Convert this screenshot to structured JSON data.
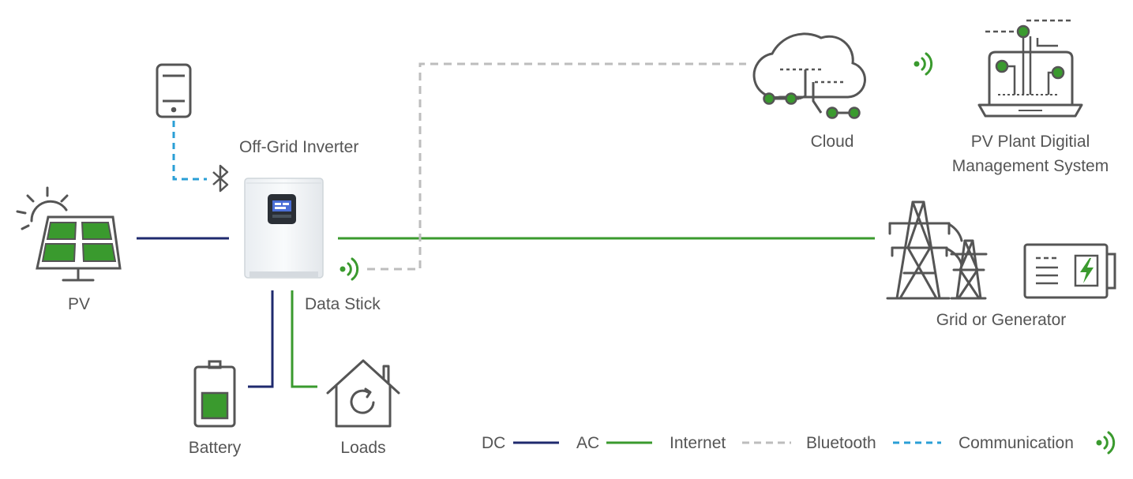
{
  "colors": {
    "dc": "#1f2a6e",
    "ac": "#3a9a2e",
    "internet": "#bdbdbd",
    "bluetooth": "#2a9fd6",
    "icon_stroke": "#555555",
    "accent_green": "#3a9a2e",
    "text": "#555555"
  },
  "nodes": {
    "pv": {
      "label": "PV",
      "icon": "solar-panel-icon"
    },
    "inverter": {
      "label": "Off-Grid Inverter",
      "icon": "inverter-icon"
    },
    "phone": {
      "icon": "smartphone-icon"
    },
    "data_stick": {
      "label": "Data Stick",
      "icon": "wifi-signal-icon"
    },
    "battery": {
      "label": "Battery",
      "icon": "battery-icon"
    },
    "loads": {
      "label": "Loads",
      "icon": "house-icon"
    },
    "cloud": {
      "label": "Cloud",
      "icon": "cloud-icon"
    },
    "pv_plant": {
      "label_line1": "PV Plant Digitial",
      "label_line2": "Management System",
      "icon": "laptop-icon"
    },
    "grid": {
      "label": "Grid or Generator",
      "icon": "transmission-tower-icon"
    }
  },
  "legend": [
    {
      "label": "DC",
      "type": "dc"
    },
    {
      "label": "AC",
      "type": "ac"
    },
    {
      "label": "Internet",
      "type": "internet"
    },
    {
      "label": "Bluetooth",
      "type": "bluetooth"
    },
    {
      "label": "Communication",
      "type": "communication"
    }
  ]
}
